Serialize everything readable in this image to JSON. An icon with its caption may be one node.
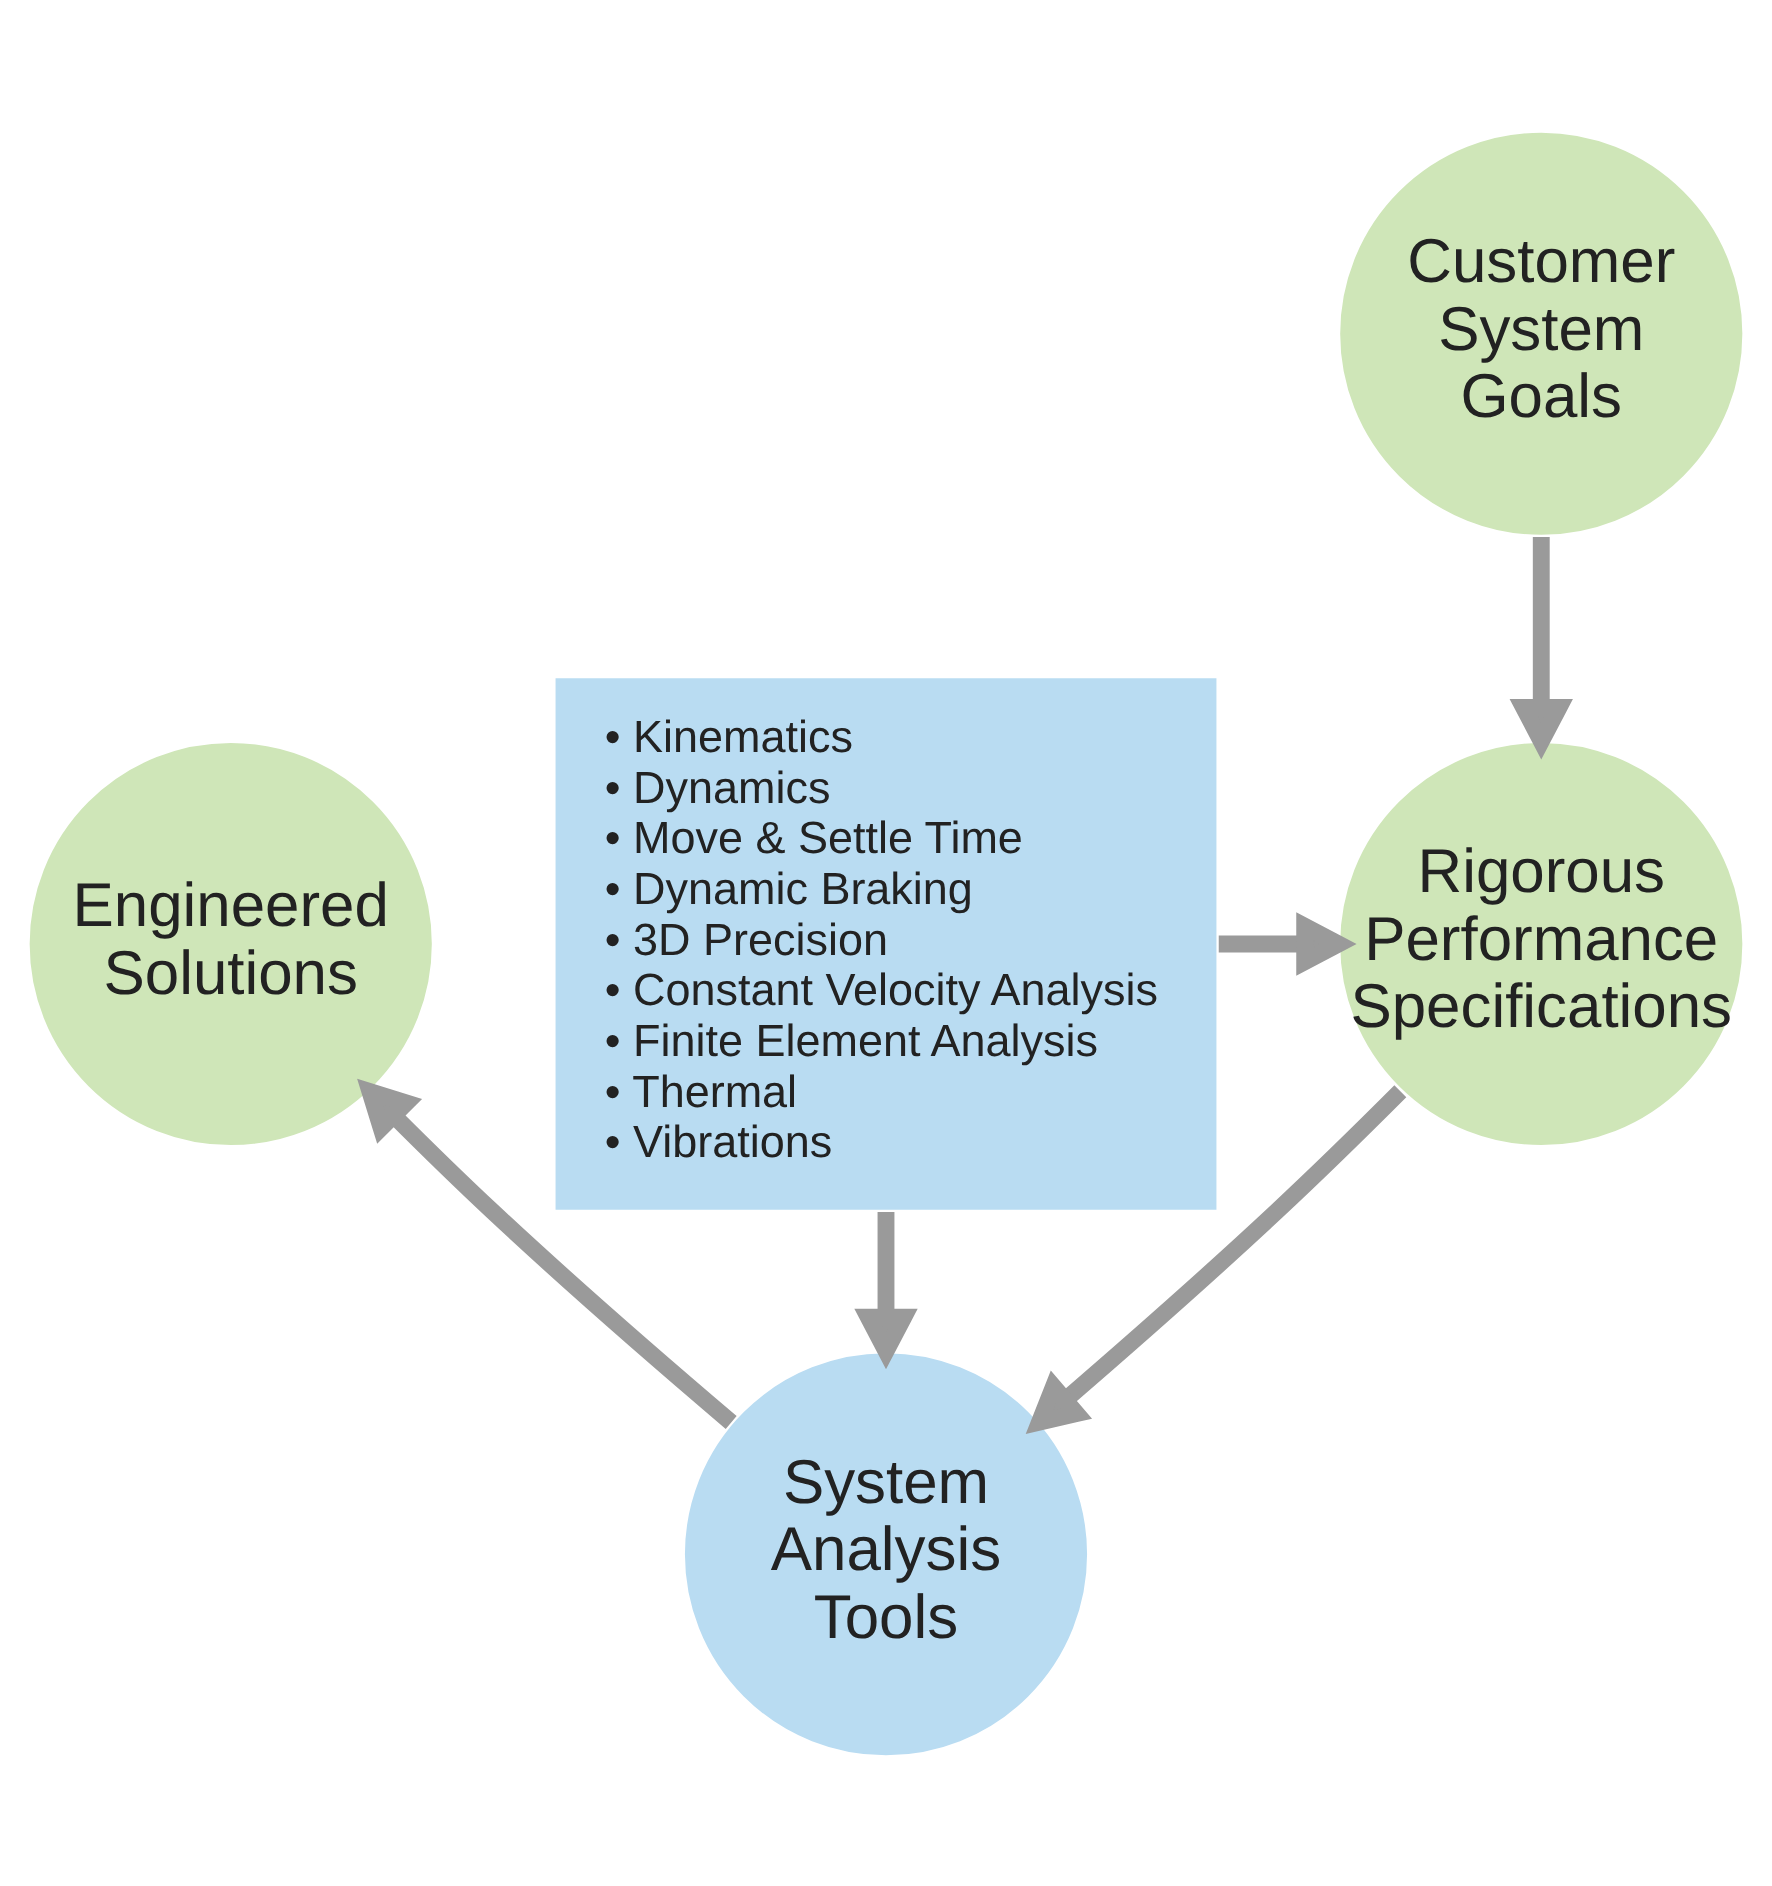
{
  "diagram": {
    "nodes": [
      {
        "text": [
          "Customer System Goals"
        ]
      },
      {
        "text": [
          "• Kinematics",
          "• Dynamics",
          "• Move & Settle Time",
          "• Dynamic Braking",
          "• 3D Precision",
          "• Constant Velocity Analysis",
          "• Finite Element Analysis",
          "• Thermal",
          "• Vibrations"
        ]
      },
      {
        "text": [
          "Engineered Solutions"
        ]
      },
      {
        "text": [
          "Rigorous Performance Specifications"
        ]
      },
      {
        "text": [
          "System Analysis Tools"
        ]
      }
    ],
    "edges": [
      {
        "from": 0,
        "to": 3,
        "arrow": "to"
      },
      {
        "from": 1,
        "to": 3,
        "arrow": "to"
      },
      {
        "from": 1,
        "to": 4,
        "arrow": "to"
      },
      {
        "from": 3,
        "to": 4,
        "arrow": "to"
      },
      {
        "from": 4,
        "to": 2,
        "arrow": "to"
      }
    ]
  }
}
